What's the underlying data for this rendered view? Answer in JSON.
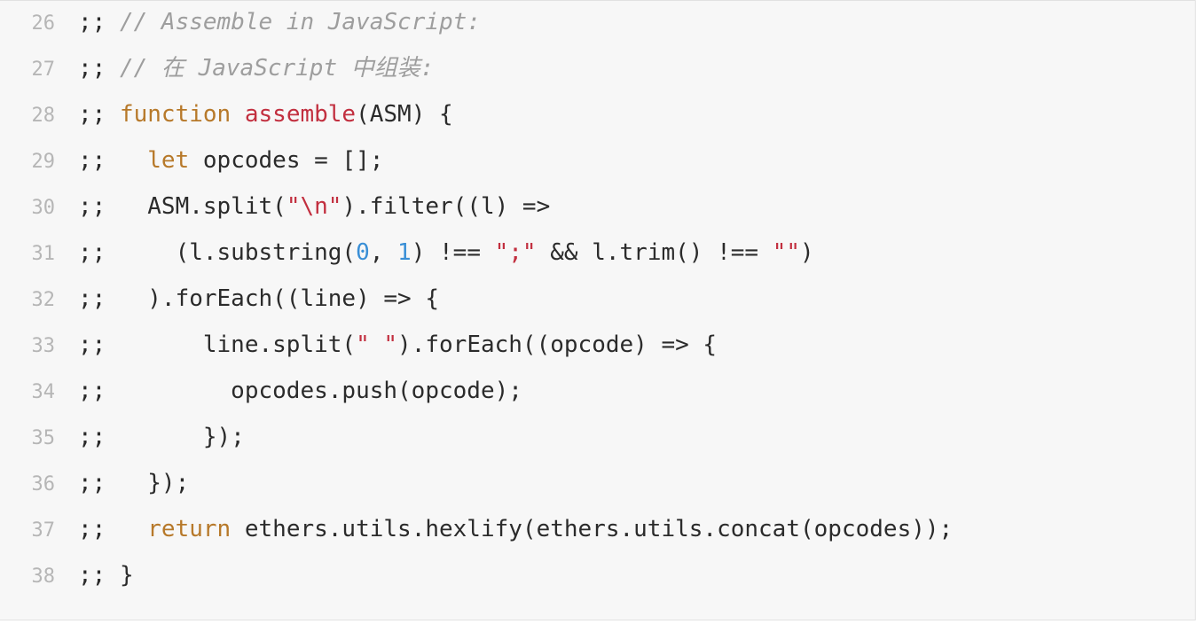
{
  "code_block": {
    "lines": [
      {
        "number": "26",
        "tokens": [
          {
            "t": ";; ",
            "k": "plain"
          },
          {
            "t": "// Assemble in JavaScript:",
            "k": "comment"
          }
        ]
      },
      {
        "number": "27",
        "tokens": [
          {
            "t": ";; ",
            "k": "plain"
          },
          {
            "t": "// 在 JavaScript 中组装:",
            "k": "comment"
          }
        ]
      },
      {
        "number": "28",
        "tokens": [
          {
            "t": ";; ",
            "k": "plain"
          },
          {
            "t": "function",
            "k": "keyword"
          },
          {
            "t": " ",
            "k": "plain"
          },
          {
            "t": "assemble",
            "k": "name"
          },
          {
            "t": "(ASM) {",
            "k": "plain"
          }
        ]
      },
      {
        "number": "29",
        "tokens": [
          {
            "t": ";;   ",
            "k": "plain"
          },
          {
            "t": "let",
            "k": "keyword"
          },
          {
            "t": " opcodes = [];",
            "k": "plain"
          }
        ]
      },
      {
        "number": "30",
        "tokens": [
          {
            "t": ";;   ASM.split(",
            "k": "plain"
          },
          {
            "t": "\"\\n\"",
            "k": "string"
          },
          {
            "t": ").filter((l) =>",
            "k": "plain"
          }
        ]
      },
      {
        "number": "31",
        "tokens": [
          {
            "t": ";;     (l.substring(",
            "k": "plain"
          },
          {
            "t": "0",
            "k": "number"
          },
          {
            "t": ", ",
            "k": "plain"
          },
          {
            "t": "1",
            "k": "number"
          },
          {
            "t": ") !== ",
            "k": "plain"
          },
          {
            "t": "\";\"",
            "k": "string"
          },
          {
            "t": " && l.trim() !== ",
            "k": "plain"
          },
          {
            "t": "\"\"",
            "k": "string"
          },
          {
            "t": ")",
            "k": "plain"
          }
        ]
      },
      {
        "number": "32",
        "tokens": [
          {
            "t": ";;   ).forEach((line) => {",
            "k": "plain"
          }
        ]
      },
      {
        "number": "33",
        "tokens": [
          {
            "t": ";;       line.split(",
            "k": "plain"
          },
          {
            "t": "\" \"",
            "k": "string"
          },
          {
            "t": ").forEach((opcode) => {",
            "k": "plain"
          }
        ]
      },
      {
        "number": "34",
        "tokens": [
          {
            "t": ";;         opcodes.push(opcode);",
            "k": "plain"
          }
        ]
      },
      {
        "number": "35",
        "tokens": [
          {
            "t": ";;       });",
            "k": "plain"
          }
        ]
      },
      {
        "number": "36",
        "tokens": [
          {
            "t": ";;   });",
            "k": "plain"
          }
        ]
      },
      {
        "number": "37",
        "tokens": [
          {
            "t": ";;   ",
            "k": "plain"
          },
          {
            "t": "return",
            "k": "keyword"
          },
          {
            "t": " ethers.utils.hexlify(ethers.utils.concat(opcodes));",
            "k": "plain"
          }
        ]
      },
      {
        "number": "38",
        "tokens": [
          {
            "t": ";; }",
            "k": "plain"
          }
        ]
      }
    ]
  },
  "colors": {
    "background": "#f7f7f7",
    "comment": "#9e9e9e",
    "keyword": "#b7792a",
    "name": "#c22f3f",
    "string": "#c22f3f",
    "number": "#3a8fd6",
    "text": "#2b2b2b",
    "line_number": "#b6b6b6"
  }
}
